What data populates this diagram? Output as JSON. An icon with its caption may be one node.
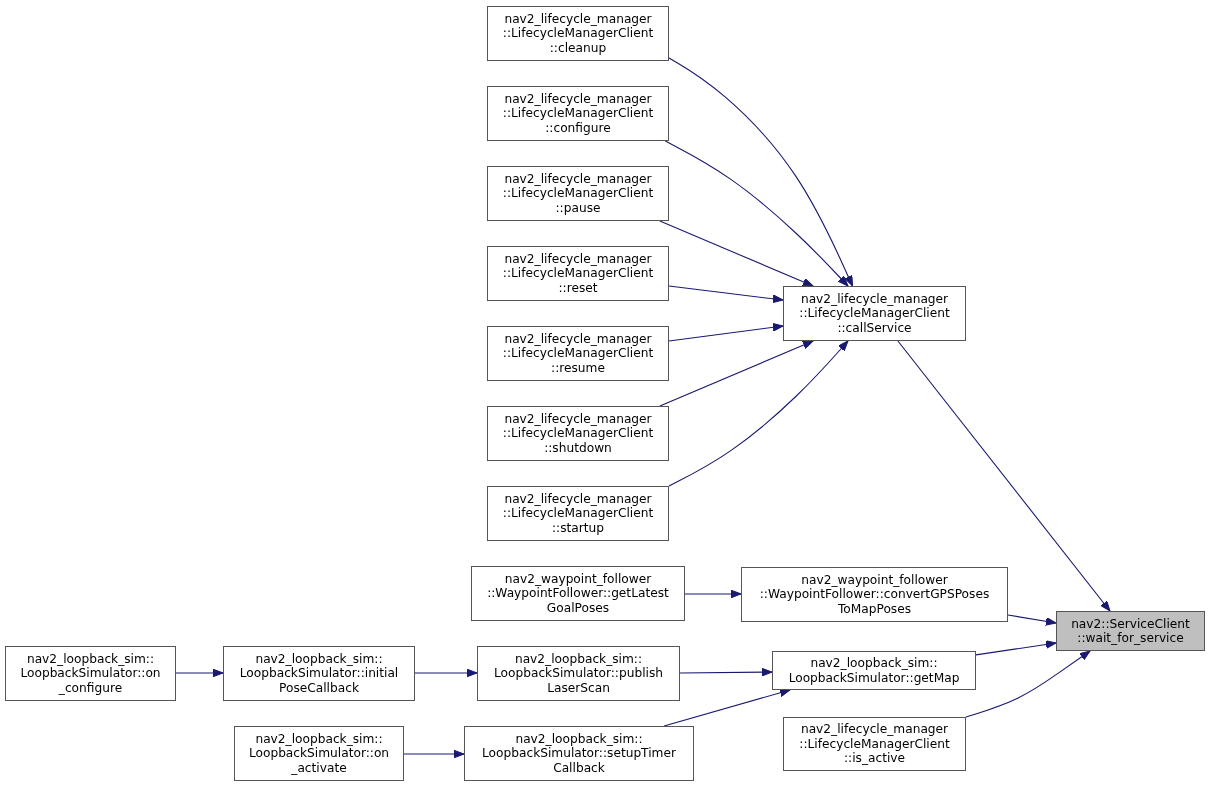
{
  "diagram": {
    "nodes": [
      {
        "text": [
          "nav2_lifecycle_manager ::LifecycleManagerClient ::cleanup"
        ]
      },
      {
        "text": [
          "nav2_lifecycle_manager ::LifecycleManagerClient ::configure"
        ]
      },
      {
        "text": [
          "nav2_lifecycle_manager ::LifecycleManagerClient ::pause"
        ]
      },
      {
        "text": [
          "nav2_lifecycle_manager ::LifecycleManagerClient ::reset"
        ]
      },
      {
        "text": [
          "nav2_lifecycle_manager ::LifecycleManagerClient ::resume"
        ]
      },
      {
        "text": [
          "nav2_lifecycle_manager ::LifecycleManagerClient ::shutdown"
        ]
      },
      {
        "text": [
          "nav2_lifecycle_manager ::LifecycleManagerClient ::startup"
        ]
      },
      {
        "text": [
          "nav2_lifecycle_manager ::LifecycleManagerClient ::callService"
        ]
      },
      {
        "text": [
          "nav2::ServiceClient ::wait_for_service"
        ]
      },
      {
        "text": [
          "nav2_waypoint_follower ::WaypointFollower::getLatest GoalPoses"
        ]
      },
      {
        "text": [
          "nav2_waypoint_follower ::WaypointFollower::convertGPSPoses ToMapPoses"
        ]
      },
      {
        "text": [
          "nav2_loopback_sim:: LoopbackSimulator::on _configure"
        ]
      },
      {
        "text": [
          "nav2_loopback_sim:: LoopbackSimulator::initial PoseCallback"
        ]
      },
      {
        "text": [
          "nav2_loopback_sim:: LoopbackSimulator::publish LaserScan"
        ]
      },
      {
        "text": [
          "nav2_loopback_sim:: LoopbackSimulator::getMap"
        ]
      },
      {
        "text": [
          "nav2_loopback_sim:: LoopbackSimulator::on _activate"
        ]
      },
      {
        "text": [
          "nav2_loopback_sim:: LoopbackSimulator::setupTimer Callback"
        ]
      },
      {
        "text": [
          "nav2_lifecycle_manager ::LifecycleManagerClient ::is_active"
        ]
      }
    ],
    "edges": [
      {
        "from": 0,
        "to": 7,
        "arrow": "to"
      },
      {
        "from": 1,
        "to": 7,
        "arrow": "to"
      },
      {
        "from": 2,
        "to": 7,
        "arrow": "to"
      },
      {
        "from": 3,
        "to": 7,
        "arrow": "to"
      },
      {
        "from": 4,
        "to": 7,
        "arrow": "to"
      },
      {
        "from": 5,
        "to": 7,
        "arrow": "to"
      },
      {
        "from": 6,
        "to": 7,
        "arrow": "to"
      },
      {
        "from": 7,
        "to": 8,
        "arrow": "to"
      },
      {
        "from": 10,
        "to": 8,
        "arrow": "to"
      },
      {
        "from": 14,
        "to": 8,
        "arrow": "to"
      },
      {
        "from": 17,
        "to": 8,
        "arrow": "to"
      },
      {
        "from": 9,
        "to": 10,
        "arrow": "to"
      },
      {
        "from": 13,
        "to": 14,
        "arrow": "to"
      },
      {
        "from": 16,
        "to": 14,
        "arrow": "to"
      },
      {
        "from": 12,
        "to": 13,
        "arrow": "to"
      },
      {
        "from": 11,
        "to": 12,
        "arrow": "to"
      },
      {
        "from": 15,
        "to": 16,
        "arrow": "to"
      }
    ]
  }
}
